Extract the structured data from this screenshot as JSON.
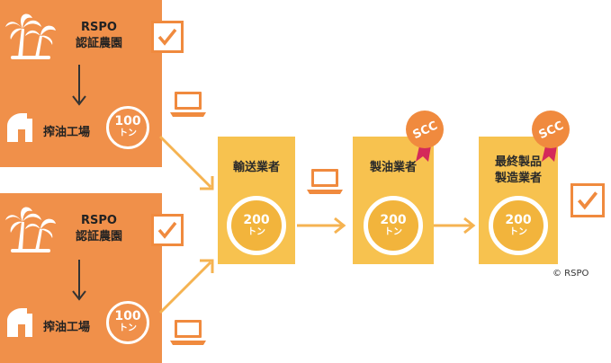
{
  "farms": [
    {
      "label_line1": "RSPO",
      "label_line2": "認証農園",
      "mill": "搾油工場",
      "tons": "100",
      "unit": "トン"
    },
    {
      "label_line1": "RSPO",
      "label_line2": "認証農園",
      "mill": "搾油工場",
      "tons": "100",
      "unit": "トン"
    }
  ],
  "stages": [
    {
      "title_line1": "輸送業者",
      "title_line2": "",
      "tons": "200",
      "unit": "トン"
    },
    {
      "title_line1": "製油業者",
      "title_line2": "",
      "tons": "200",
      "unit": "トン",
      "badge": "SCC"
    },
    {
      "title_line1": "最終製品",
      "title_line2": "製造業者",
      "tons": "200",
      "unit": "トン",
      "badge": "SCC"
    }
  ],
  "copyright": "© RSPO",
  "colors": {
    "farm": "#f0904a",
    "stage": "#f7c24f",
    "accent": "#f08a3e",
    "badge": "#f08a3e",
    "ribbon": "#d42a5a"
  },
  "icons": [
    "palm-tree-icon",
    "oil-mill-icon",
    "laptop-icon",
    "checkmark-icon",
    "scc-badge-icon"
  ]
}
